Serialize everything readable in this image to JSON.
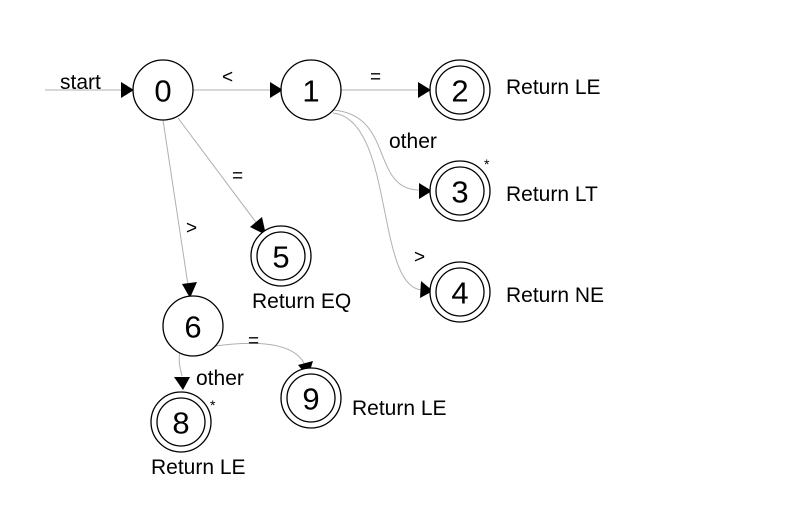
{
  "diagram": {
    "start_label": "start",
    "states": {
      "s0": "0",
      "s1": "1",
      "s2": "2",
      "s3": "3",
      "s4": "4",
      "s5": "5",
      "s6": "6",
      "s8": "8",
      "s9": "9"
    },
    "edges": {
      "e01": "<",
      "e12": "=",
      "e13": "other",
      "e14": ">",
      "e05": "=",
      "e06": ">",
      "e69": "=",
      "e68": "other"
    },
    "outputs": {
      "s2": "Return LE",
      "s3": "Return LT",
      "s4": "Return NE",
      "s5": "Return EQ",
      "s9": "Return LE",
      "s8": "Return LE"
    },
    "retract_marks": {
      "s3": "*",
      "s8": "*"
    }
  }
}
